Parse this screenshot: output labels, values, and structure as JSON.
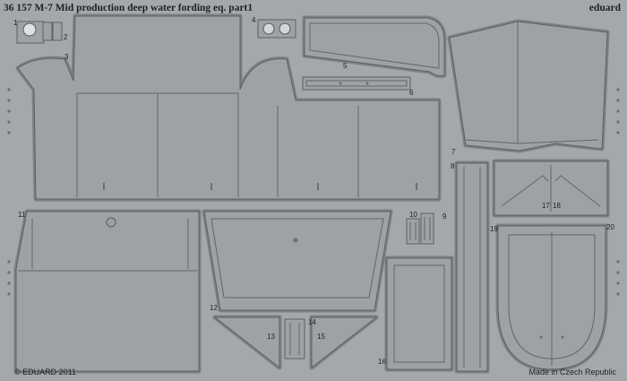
{
  "header": {
    "code": "36 157",
    "title": "M-7 Mid production deep water fording eq.",
    "part": "part1",
    "brand": "eduard"
  },
  "footer": {
    "copyright": "© EDUARD 2011",
    "origin": "Made in Czech Republic"
  },
  "part_numbers": [
    "1",
    "2",
    "3",
    "4",
    "5",
    "6",
    "7",
    "8",
    "9",
    "10",
    "11",
    "12",
    "13",
    "14",
    "15",
    "16",
    "17",
    "18",
    "19",
    "20"
  ],
  "colors": {
    "fret": "#a3a8ac",
    "panel": "#9b9fa3",
    "outline": "#7b7f83",
    "etch_line": "#60656a",
    "text": "#1d2126"
  }
}
